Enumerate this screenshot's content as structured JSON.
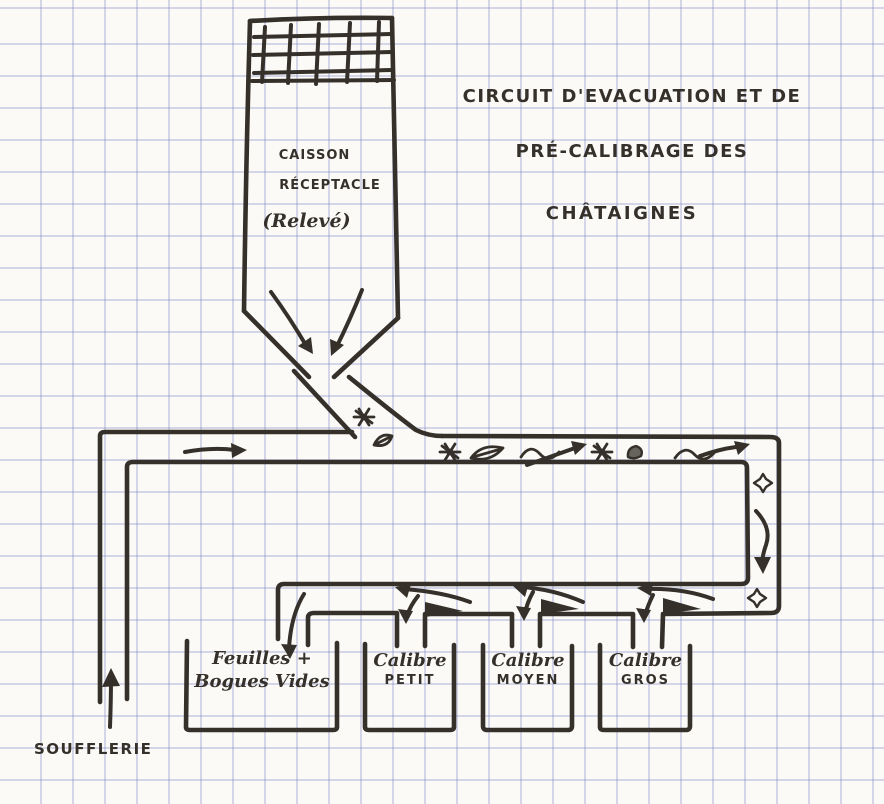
{
  "title": {
    "line1": "CIRCUIT D'EVACUATION ET DE",
    "line2": "PRÉ-CALIBRAGE DES",
    "line3": "CHÂTAIGNES"
  },
  "hopper": {
    "label_line1": "CAISSON",
    "label_line2": "RÉCEPTACLE",
    "label_line3": "(Relevé)"
  },
  "blower": {
    "label": "SOUFFLERIE"
  },
  "bins": [
    {
      "line1": "Feuilles +",
      "line2": "Bogues Vides"
    },
    {
      "line1": "Calibre",
      "line2": "PETIT"
    },
    {
      "line1": "Calibre",
      "line2": "MOYEN"
    },
    {
      "line1": "Calibre",
      "line2": "GROS"
    }
  ],
  "icons": {
    "chestnut-burr": "filled asterisk star",
    "leaf": "outlined leaf with vein",
    "chestnut": "small dark blob",
    "sparkle": "outlined star",
    "airflow": "wavy arrow"
  },
  "colors": {
    "ink": "#35302a",
    "paper": "#fbfaf6",
    "grid": "rgba(123,130,196,0.30)"
  }
}
